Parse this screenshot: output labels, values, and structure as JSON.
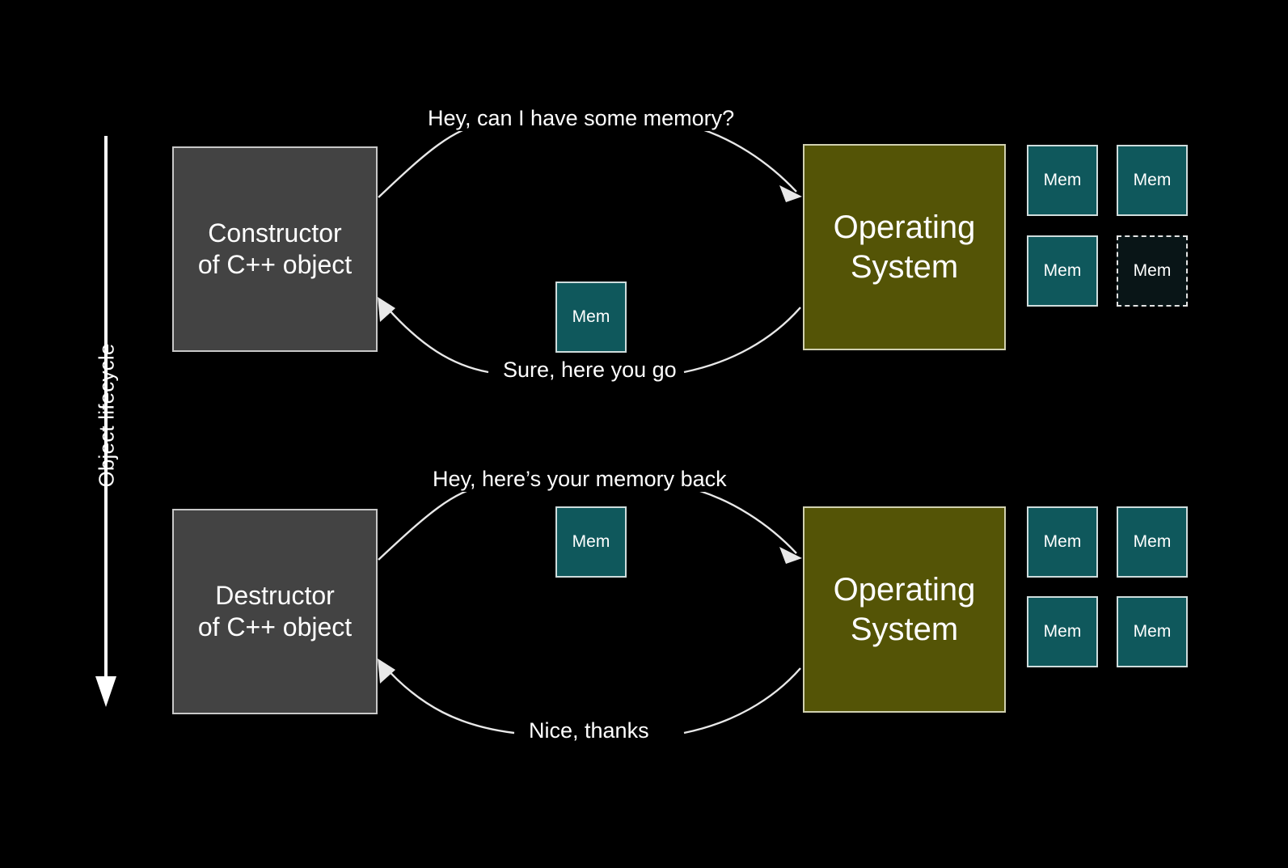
{
  "slide": {
    "background_color": "#000000",
    "lifecycle_axis_label": "Object lifecycle"
  },
  "colors": {
    "background": "#000000",
    "actor_fill": "#434343",
    "actor_border": "#c8c8c8",
    "os_fill": "#545406",
    "os_border": "#d0d0b0",
    "mem_fill": "#0f585c",
    "mem_border": "#cfdcdc",
    "mem_empty_fill": "#091517",
    "arrow_stroke": "#e8e8e8",
    "text": "#ffffff"
  },
  "top_section": {
    "actor": {
      "line1": "Constructor",
      "line2": "of C++ object"
    },
    "os": {
      "line1": "Operating",
      "line2": "System"
    },
    "request_message": "Hey, can I have some memory?",
    "response_message": "Sure, here you go",
    "transit_block": {
      "label": "Mem"
    },
    "memory_pool": [
      {
        "label": "Mem",
        "state": "allocated"
      },
      {
        "label": "Mem",
        "state": "allocated"
      },
      {
        "label": "Mem",
        "state": "allocated"
      },
      {
        "label": "Mem",
        "state": "free"
      }
    ]
  },
  "bottom_section": {
    "actor": {
      "line1": "Destructor",
      "line2": "of C++ object"
    },
    "os": {
      "line1": "Operating",
      "line2": "System"
    },
    "request_message": "Hey, here’s your memory back",
    "response_message": "Nice, thanks",
    "transit_block": {
      "label": "Mem"
    },
    "memory_pool": [
      {
        "label": "Mem",
        "state": "allocated"
      },
      {
        "label": "Mem",
        "state": "allocated"
      },
      {
        "label": "Mem",
        "state": "allocated"
      },
      {
        "label": "Mem",
        "state": "allocated"
      }
    ]
  }
}
